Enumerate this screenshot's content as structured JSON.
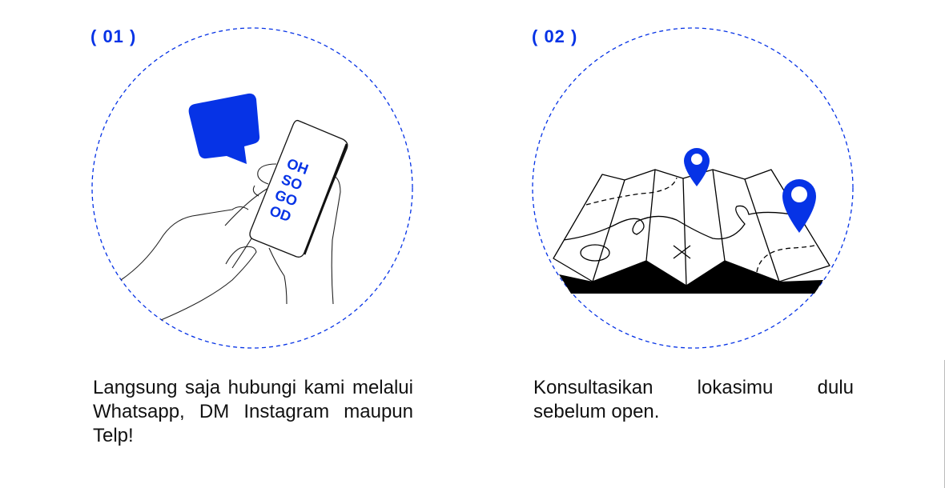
{
  "steps": [
    {
      "number": "( 01 )",
      "description": "Langsung saja hubungi kami melalui Whatsapp, DM Instagram maupun Telp!",
      "illustration_text": [
        "OH",
        "SO",
        "GO",
        "OD"
      ]
    },
    {
      "number": "( 02 )",
      "description": "Konsultasikan lokasimu dulu sebelum open."
    }
  ],
  "colors": {
    "accent": "#0633e6",
    "text": "#111111"
  }
}
